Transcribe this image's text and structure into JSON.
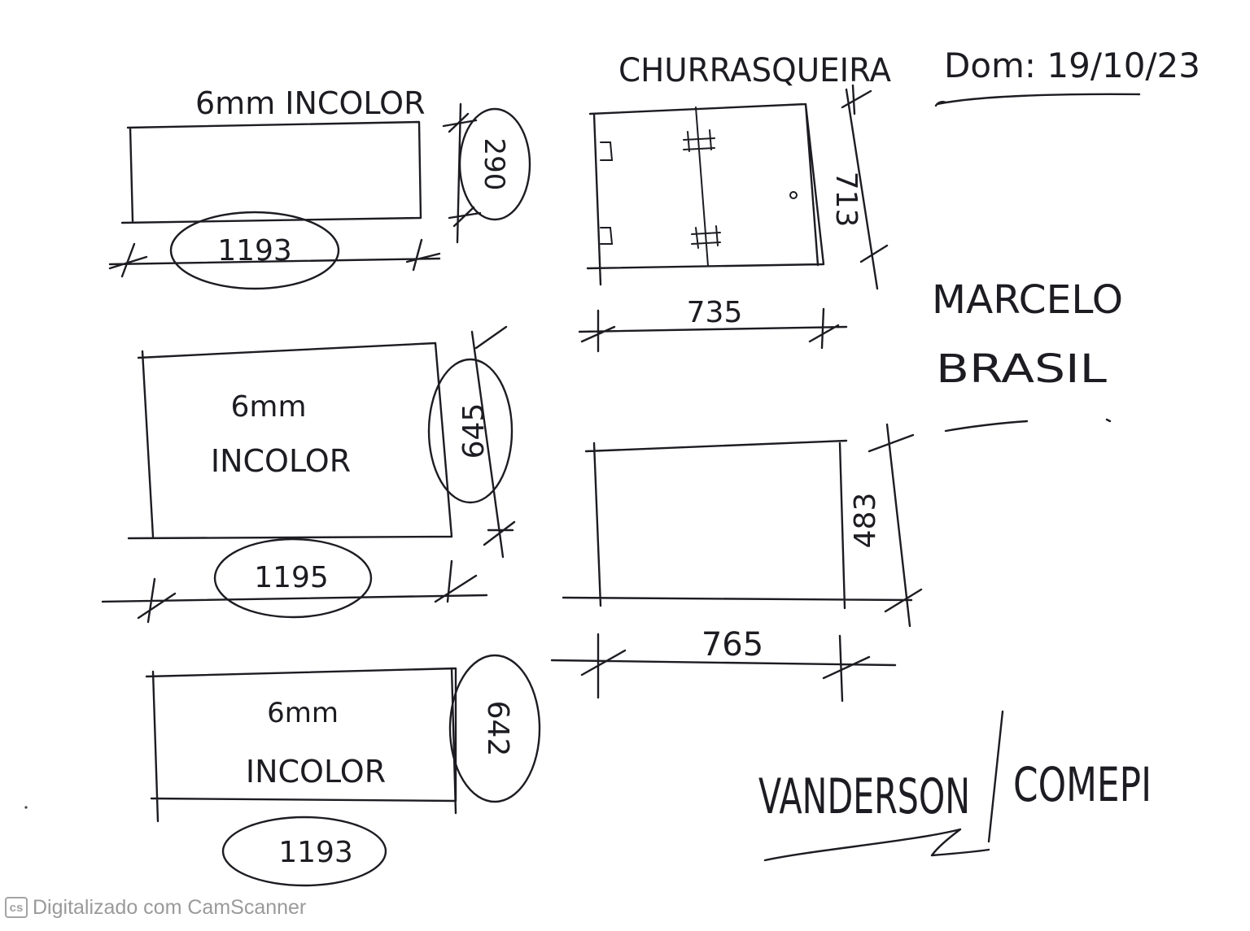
{
  "header": {
    "title": "CHURRASQUEIRA",
    "date": "Dom: 19/10/23",
    "client_first": "MARCELO",
    "client_last": "BRASIL",
    "signature_name": "VANDERSON",
    "signature_company": "COMEPI"
  },
  "panels": [
    {
      "glass": "6mm INCOLOR",
      "width_label": "1193",
      "height_label": "290"
    },
    {
      "glass_line1": "6mm",
      "glass_line2": "INCOLOR",
      "width_label": "1195",
      "height_label": "645"
    },
    {
      "glass_line1": "6mm",
      "glass_line2": "INCOLOR",
      "width_label": "1193",
      "height_label": "642"
    }
  ],
  "right_panels": [
    {
      "width_label": "735",
      "height_label": "713"
    },
    {
      "width_label": "765",
      "height_label": "483"
    }
  ],
  "watermark": {
    "logo": "cs",
    "text": "Digitalizado com CamScanner"
  }
}
